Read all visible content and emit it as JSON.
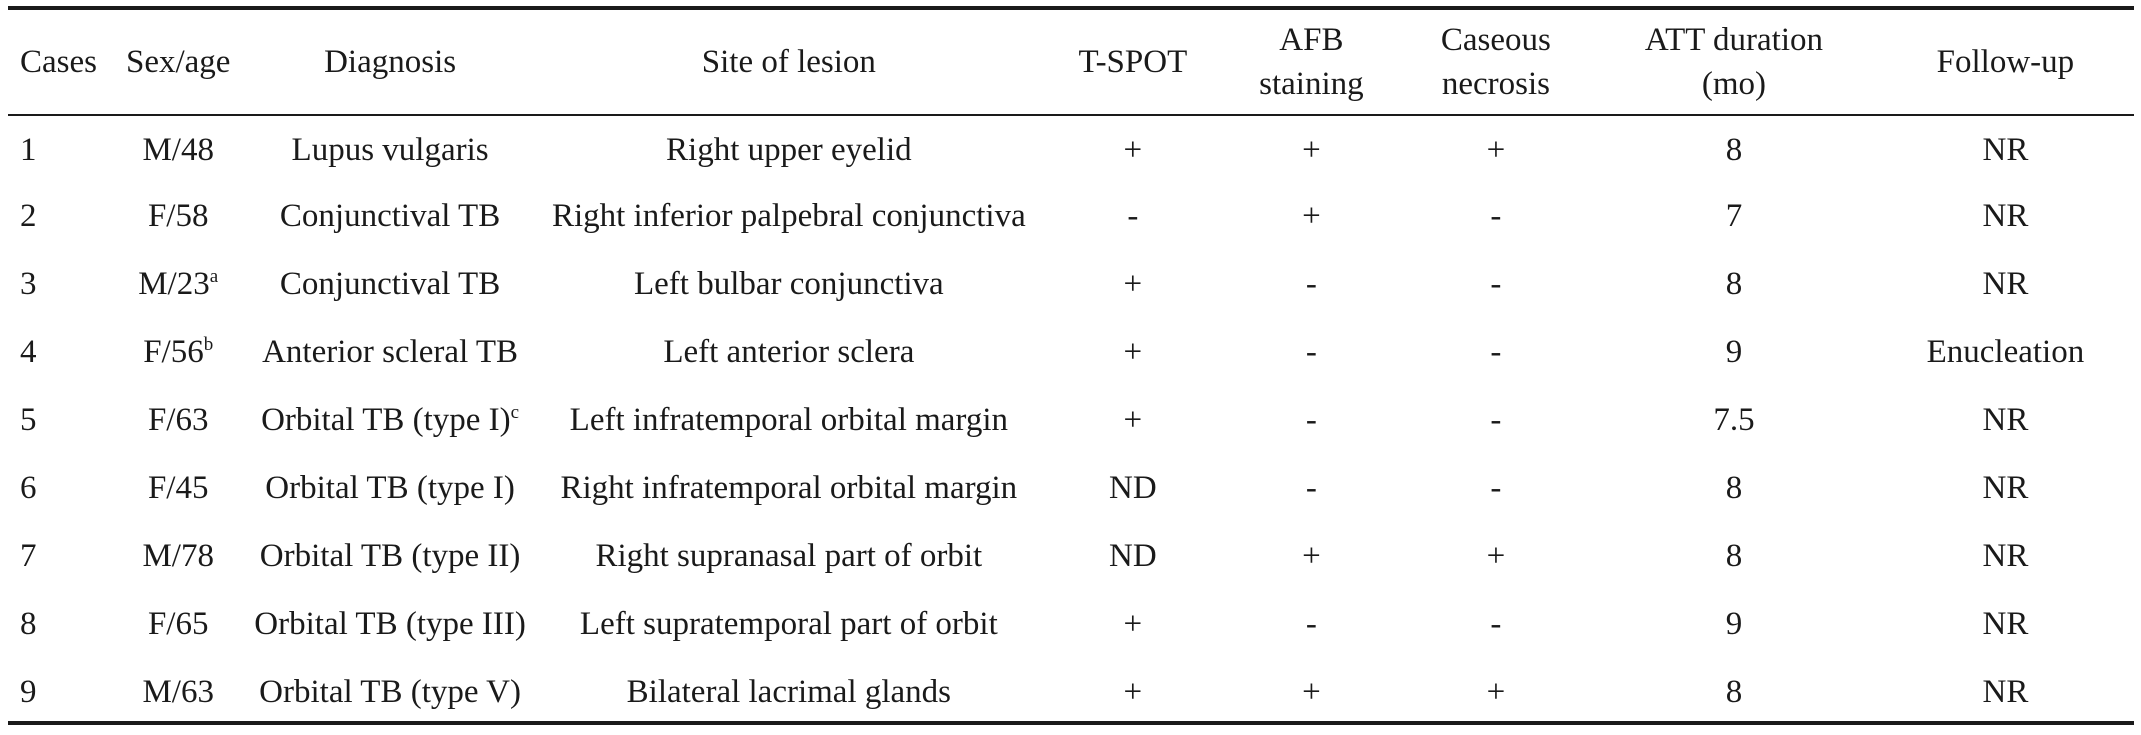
{
  "table": {
    "headers": [
      [
        "Cases"
      ],
      [
        "Sex/age"
      ],
      [
        "Diagnosis"
      ],
      [
        "Site of lesion"
      ],
      [
        "T-SPOT"
      ],
      [
        "AFB",
        "staining"
      ],
      [
        "Caseous",
        "necrosis"
      ],
      [
        "ATT duration",
        "(mo)"
      ],
      [
        "Follow-up"
      ]
    ],
    "rows": [
      {
        "case": "1",
        "sex_age": "M/48",
        "sex_age_sup": "",
        "diagnosis": "Lupus vulgaris",
        "diagnosis_sup": "",
        "site": "Right upper eyelid",
        "tspot": "+",
        "afb": "+",
        "caseous": "+",
        "att": "8",
        "followup": "NR"
      },
      {
        "case": "2",
        "sex_age": "F/58",
        "sex_age_sup": "",
        "diagnosis": "Conjunctival TB",
        "diagnosis_sup": "",
        "site": "Right inferior palpebral conjunctiva",
        "tspot": "-",
        "afb": "+",
        "caseous": "-",
        "att": "7",
        "followup": "NR"
      },
      {
        "case": "3",
        "sex_age": "M/23",
        "sex_age_sup": "a",
        "diagnosis": "Conjunctival TB",
        "diagnosis_sup": "",
        "site": "Left bulbar conjunctiva",
        "tspot": "+",
        "afb": "-",
        "caseous": "-",
        "att": "8",
        "followup": "NR"
      },
      {
        "case": "4",
        "sex_age": "F/56",
        "sex_age_sup": "b",
        "diagnosis": "Anterior scleral TB",
        "diagnosis_sup": "",
        "site": "Left anterior sclera",
        "tspot": "+",
        "afb": "-",
        "caseous": "-",
        "att": "9",
        "followup": "Enucleation"
      },
      {
        "case": "5",
        "sex_age": "F/63",
        "sex_age_sup": "",
        "diagnosis": "Orbital TB (type I)",
        "diagnosis_sup": "c",
        "site": "Left infratemporal orbital margin",
        "tspot": "+",
        "afb": "-",
        "caseous": "-",
        "att": "7.5",
        "followup": "NR"
      },
      {
        "case": "6",
        "sex_age": "F/45",
        "sex_age_sup": "",
        "diagnosis": "Orbital TB (type I)",
        "diagnosis_sup": "",
        "site": "Right infratemporal orbital margin",
        "tspot": "ND",
        "afb": "-",
        "caseous": "-",
        "att": "8",
        "followup": "NR"
      },
      {
        "case": "7",
        "sex_age": "M/78",
        "sex_age_sup": "",
        "diagnosis": "Orbital TB (type II)",
        "diagnosis_sup": "",
        "site": "Right supranasal part of orbit",
        "tspot": "ND",
        "afb": "+",
        "caseous": "+",
        "att": "8",
        "followup": "NR"
      },
      {
        "case": "8",
        "sex_age": "F/65",
        "sex_age_sup": "",
        "diagnosis": "Orbital TB (type III)",
        "diagnosis_sup": "",
        "site": "Left supratemporal part of orbit",
        "tspot": "+",
        "afb": "-",
        "caseous": "-",
        "att": "9",
        "followup": "NR"
      },
      {
        "case": "9",
        "sex_age": "M/63",
        "sex_age_sup": "",
        "diagnosis": "Orbital TB (type V)",
        "diagnosis_sup": "",
        "site": "Bilateral lacrimal glands",
        "tspot": "+",
        "afb": "+",
        "caseous": "+",
        "att": "8",
        "followup": "NR"
      }
    ]
  }
}
